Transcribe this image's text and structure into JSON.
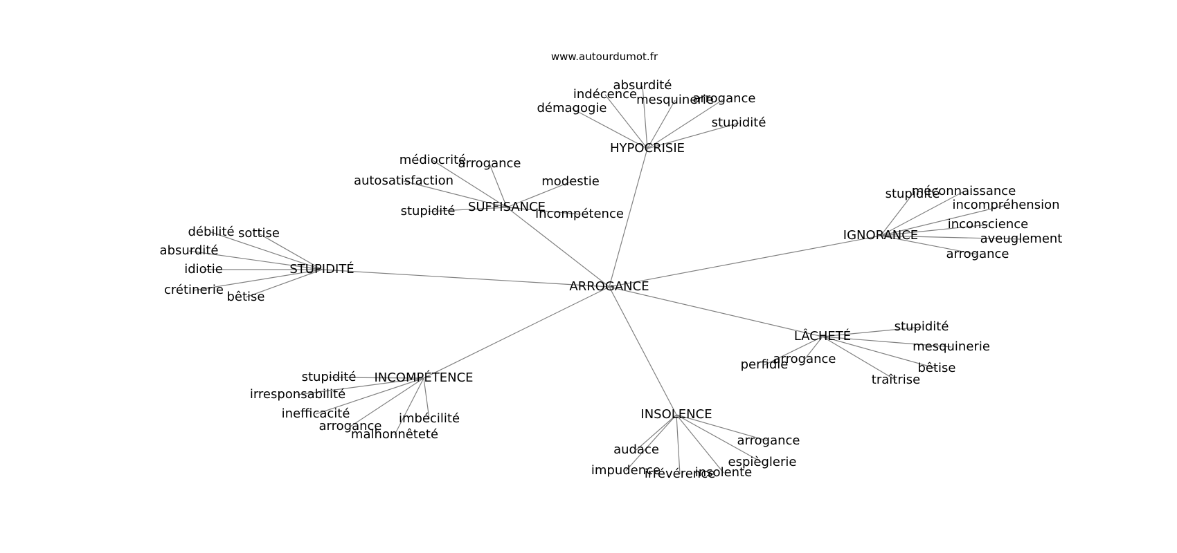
{
  "source_label": "www.autourdumot.fr",
  "graph": {
    "center": "ARROGANCE",
    "clusters": [
      {
        "label": "HYPOCRISIE",
        "words": [
          "démagogie",
          "indécence",
          "absurdité",
          "mesquinerie",
          "arrogance",
          "stupidité"
        ]
      },
      {
        "label": "SUFFISANCE",
        "words": [
          "médiocrité",
          "arrogance",
          "autosatisfaction",
          "modestie",
          "stupidité",
          "incompétence"
        ]
      },
      {
        "label": "STUPIDITÉ",
        "words": [
          "débilité",
          "sottise",
          "absurdité",
          "idiotie",
          "crétinerie",
          "bêtise"
        ]
      },
      {
        "label": "IGNORANCE",
        "words": [
          "stupidité",
          "méconnaissance",
          "incompréhension",
          "inconscience",
          "aveuglement",
          "arrogance"
        ]
      },
      {
        "label": "LÂCHETÉ",
        "words": [
          "stupidité",
          "mesquinerie",
          "arrogance",
          "perfidie",
          "bêtise",
          "traîtrise"
        ]
      },
      {
        "label": "INCOMPÉTENCE",
        "words": [
          "stupidité",
          "irresponsabilité",
          "inefficacité",
          "imbécilité",
          "arrogance",
          "malhonnêteté"
        ]
      },
      {
        "label": "INSOLENCE",
        "words": [
          "arrogance",
          "audace",
          "espièglerie",
          "impudence",
          "irrévérence",
          "insolente"
        ]
      }
    ]
  }
}
